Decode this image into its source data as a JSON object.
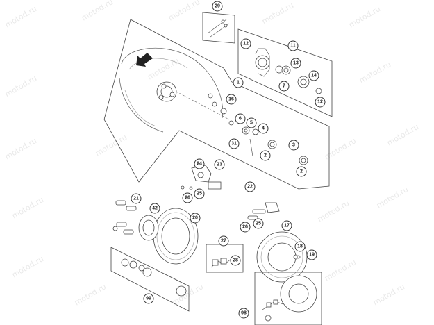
{
  "watermark": "motod.ru",
  "callouts": {
    "c29": "29",
    "c11": "11",
    "c12a": "12",
    "c13": "13",
    "c14": "14",
    "c7": "7",
    "c12b": "12",
    "c1": "1",
    "c16": "16",
    "c6": "6",
    "c5": "5",
    "c4": "4",
    "c31": "31",
    "c3": "3",
    "c2a": "2",
    "c2b": "2",
    "c24": "24",
    "c23": "23",
    "c22": "22",
    "c26a": "26",
    "c25a": "25",
    "c21": "21",
    "c42": "42",
    "c20": "20",
    "c26b": "26",
    "c25b": "25",
    "c17": "17",
    "c27": "27",
    "c28": "28",
    "c18": "18",
    "c19": "19",
    "c99": "99",
    "c98": "98"
  }
}
